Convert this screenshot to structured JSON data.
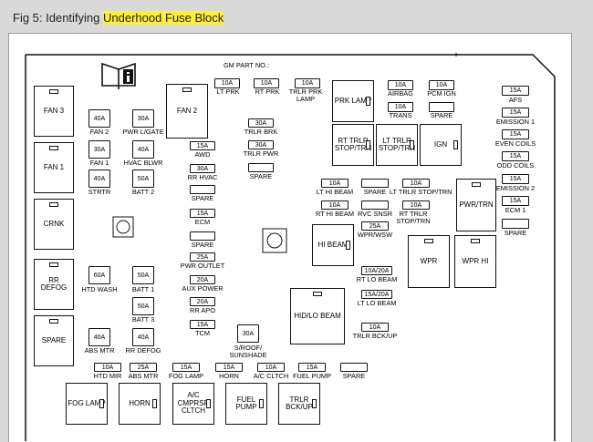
{
  "caption": {
    "prefix": "Fig 5: Identifying ",
    "highlight": "Underhood Fuse Block"
  },
  "gm_part": "GM PART NO.:",
  "left_relays": [
    "FAN 3",
    "FAN 1",
    "CRNK",
    "RR DEFOG",
    "SPARE"
  ],
  "fan2_relay": "FAN 2",
  "fuses_col1": [
    {
      "amp": "40A",
      "label": "FAN 2"
    },
    {
      "amp": "30A",
      "label": "FAN 1"
    },
    {
      "amp": "40A",
      "label": "STRTR"
    }
  ],
  "fuses_col2": [
    {
      "amp": "30A",
      "label": "PWR L/GATE"
    },
    {
      "amp": "40A",
      "label": "HVAC BLWR"
    },
    {
      "amp": "50A",
      "label": "BATT 2"
    }
  ],
  "mini_top": [
    {
      "amp": "10A",
      "label": "LT PRK"
    },
    {
      "amp": "10A",
      "label": "RT PRK"
    },
    {
      "amp": "10A",
      "label": "TRLR PRK LAMP"
    }
  ],
  "mini_col_mid": [
    {
      "amp": "15A",
      "label": "AWD"
    },
    {
      "amp": "30A",
      "label": "RR HVAC"
    },
    {
      "amp": "",
      "label": "SPARE"
    },
    {
      "amp": "15A",
      "label": "ECM"
    },
    {
      "amp": "",
      "label": "SPARE"
    },
    {
      "amp": "25A",
      "label": "PWR OUTLET"
    },
    {
      "amp": "20A",
      "label": "AUX POWER"
    },
    {
      "amp": "20A",
      "label": "RR APO"
    },
    {
      "amp": "15A",
      "label": "TCM"
    }
  ],
  "trlr_fuses": [
    {
      "amp": "30A",
      "label": "TRLR BRK"
    },
    {
      "amp": "30A",
      "label": "TRLR PWR"
    },
    {
      "amp": "",
      "label": "SPARE"
    }
  ],
  "htd_wash": {
    "amp": "60A",
    "label": "HTD WASH"
  },
  "batt1": {
    "amp": "50A",
    "label": "BATT 1"
  },
  "batt3": {
    "amp": "50A",
    "label": "BATT 3"
  },
  "abs_mtr": {
    "amp": "40A",
    "label": "ABS MTR"
  },
  "rr_defog": {
    "amp": "40A",
    "label": "RR DEFOG"
  },
  "sroof": {
    "amp": "30A",
    "label": "S/ROOF/ SUNSHADE"
  },
  "relays_mid": {
    "prk_lamp": "PRK LAMP",
    "rt_trlr": "RT TRLR STOP/TRN",
    "lt_trlr": "LT TRLR STOP/TRN",
    "ign": "IGN",
    "hi_beam": "HI BEAM",
    "hid_lo": "HID/LO BEAM",
    "wpr": "WPR",
    "wpr_hi": "WPR HI",
    "pwr_trn": "PWR/TRN"
  },
  "airbag": {
    "amp": "10A",
    "label": "AIRBAG"
  },
  "pcm_ign": {
    "amp": "10A",
    "label": "PCM IGN"
  },
  "trans": {
    "amp": "10A",
    "label": "TRANS"
  },
  "spare_top": {
    "amp": "",
    "label": "SPARE"
  },
  "right_col": [
    {
      "amp": "15A",
      "label": "AFS"
    },
    {
      "amp": "15A",
      "label": "EMISSION 1"
    },
    {
      "amp": "15A",
      "label": "EVEN COILS"
    },
    {
      "amp": "15A",
      "label": "ODD COILS"
    },
    {
      "amp": "15A",
      "label": "EMISSION 2"
    },
    {
      "amp": "15A",
      "label": "ECM 1"
    },
    {
      "amp": "",
      "label": "SPARE"
    }
  ],
  "hi_beam_row": [
    {
      "amp": "10A",
      "label": "LT HI BEAM"
    },
    {
      "amp": "",
      "label": "SPARE"
    },
    {
      "amp": "10A",
      "label": "LT TRLR STOP/TRN"
    }
  ],
  "rt_hi_row": [
    {
      "amp": "10A",
      "label": "RT HI BEAM"
    },
    {
      "amp": "",
      "label": "RVC SNSR"
    },
    {
      "amp": "10A",
      "label": "RT TRLR STOP/TRN"
    }
  ],
  "wpr_wsw": {
    "amp": "25A",
    "label": "WPR/WSW"
  },
  "lo_beams": [
    {
      "amp": "10A/20A",
      "label": "RT LO BEAM"
    },
    {
      "amp": "15A/20A",
      "label": "LT LO BEAM"
    }
  ],
  "trlr_bck": {
    "amp": "10A",
    "label": "TRLR BCK/UP"
  },
  "bottom_fuses": [
    {
      "amp": "10A",
      "label": "HTD MIR"
    },
    {
      "amp": "25A",
      "label": "ABS MTR"
    },
    {
      "amp": "15A",
      "label": "FOG LAMP"
    },
    {
      "amp": "15A",
      "label": "HORN"
    },
    {
      "amp": "10A",
      "label": "A/C CLTCH"
    },
    {
      "amp": "15A",
      "label": "FUEL PUMP"
    },
    {
      "amp": "",
      "label": "SPARE"
    }
  ],
  "bottom_relays": [
    "FOG LAMP",
    "HORN",
    "A/C CMPRSR CLTCH",
    "FUEL PUMP",
    "TRLR BCK/UP"
  ]
}
